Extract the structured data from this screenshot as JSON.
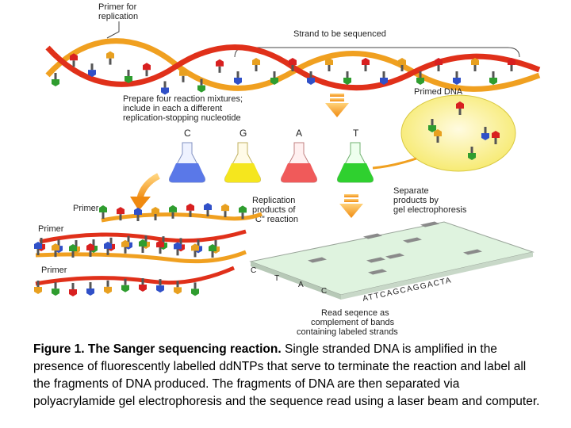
{
  "labels": {
    "primer_for_replication": [
      "Primer for",
      "replication"
    ],
    "strand_to_be_sequenced": "Strand to be sequenced",
    "prepare_mixtures": [
      "Prepare four reaction mixtures;",
      "include in each a different",
      "replication-stopping nucleotide"
    ],
    "primed_dna": "Primed DNA",
    "plus": "+",
    "nucleotides": [
      "C",
      "G",
      "A",
      "T"
    ],
    "replication_products": [
      "Replication",
      "products of",
      "\"C\" reaction"
    ],
    "separate_products": [
      "Separate",
      "products by",
      "gel electrophoresis"
    ],
    "primer_1": "Primer",
    "primer_2": "Primer",
    "primer_3": "Primer",
    "lane_labels": [
      "C",
      "T",
      "A",
      "C"
    ],
    "gel_sequence": "ATTCAGCAGGACTA",
    "read_sequence": [
      "Read seqence as",
      "complement of bands",
      "containing labeled strands"
    ]
  },
  "caption": {
    "title": "Figure 1. The Sanger sequencing reaction.",
    "body": " Single stranded DNA is amplified in the presence of fluorescently labelled ddNTPs that serve to terminate the reaction and label all the fragments of DNA produced. The fragments of DNA are then separated via polyacrylamide gel electrophoresis and the sequence read using a laser beam and computer."
  },
  "colors": {
    "strand_orange": "#f0a020",
    "strand_red": "#e0301a",
    "flask_blue": "#5a78e8",
    "flask_yellow": "#f5e61e",
    "flask_red": "#f05a5a",
    "flask_green": "#2fd02f",
    "gel_green": "#dff3df",
    "arrow_orange": "#f0a030"
  },
  "icons": [
    "nucleotide-icon",
    "flask-icon",
    "down-arrow-icon",
    "curved-arrow-icon",
    "gel-icon"
  ]
}
